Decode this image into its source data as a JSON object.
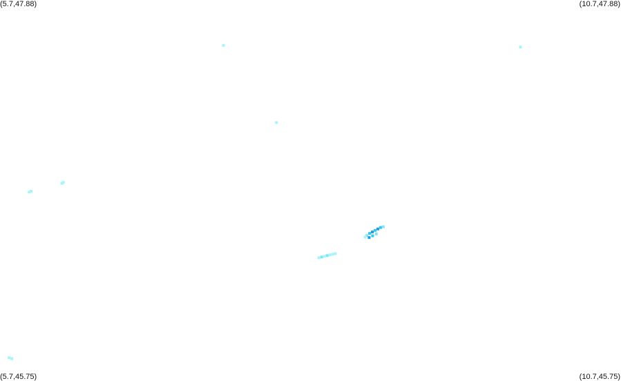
{
  "map": {
    "corners": {
      "top_left": "(5.7,47.88)",
      "top_right": "(10.7,47.88)",
      "bottom_left": "(5.7,45.75)",
      "bottom_right": "(10.7,45.75)"
    },
    "bounds": {
      "lon_min": 5.7,
      "lon_max": 10.7,
      "lat_min": 45.75,
      "lat_max": 47.88
    },
    "colors": {
      "background": "#ffffff",
      "low": "#a8f4fb",
      "mid": "#7fe6f6",
      "high": "#35c4ec",
      "peak": "#1f9ee0"
    },
    "points": [
      {
        "lon": 7.499,
        "lat": 47.626,
        "level": "low"
      },
      {
        "lon": 9.89,
        "lat": 47.617,
        "level": "low"
      },
      {
        "lon": 7.926,
        "lat": 47.195,
        "level": "low"
      },
      {
        "lon": 5.935,
        "lat": 46.806,
        "level": "low"
      },
      {
        "lon": 5.95,
        "lat": 46.811,
        "level": "low"
      },
      {
        "lon": 6.198,
        "lat": 46.855,
        "level": "low"
      },
      {
        "lon": 6.21,
        "lat": 46.86,
        "level": "low"
      },
      {
        "lon": 5.773,
        "lat": 45.88,
        "level": "low"
      },
      {
        "lon": 5.795,
        "lat": 45.875,
        "level": "low"
      },
      {
        "lon": 8.268,
        "lat": 46.439,
        "level": "low"
      },
      {
        "lon": 8.29,
        "lat": 46.443,
        "level": "mid"
      },
      {
        "lon": 8.312,
        "lat": 46.447,
        "level": "low"
      },
      {
        "lon": 8.334,
        "lat": 46.451,
        "level": "mid"
      },
      {
        "lon": 8.356,
        "lat": 46.455,
        "level": "low"
      },
      {
        "lon": 8.378,
        "lat": 46.459,
        "level": "low"
      },
      {
        "lon": 8.4,
        "lat": 46.462,
        "level": "low"
      },
      {
        "lon": 8.654,
        "lat": 46.563,
        "level": "mid"
      },
      {
        "lon": 8.676,
        "lat": 46.575,
        "level": "high"
      },
      {
        "lon": 8.698,
        "lat": 46.583,
        "level": "peak"
      },
      {
        "lon": 8.72,
        "lat": 46.592,
        "level": "high"
      },
      {
        "lon": 8.742,
        "lat": 46.6,
        "level": "peak"
      },
      {
        "lon": 8.764,
        "lat": 46.608,
        "level": "high"
      },
      {
        "lon": 8.786,
        "lat": 46.612,
        "level": "mid"
      },
      {
        "lon": 8.672,
        "lat": 46.552,
        "level": "peak"
      },
      {
        "lon": 8.7,
        "lat": 46.562,
        "level": "high"
      },
      {
        "lon": 8.73,
        "lat": 46.572,
        "level": "mid"
      },
      {
        "lon": 8.64,
        "lat": 46.555,
        "level": "low"
      }
    ]
  }
}
